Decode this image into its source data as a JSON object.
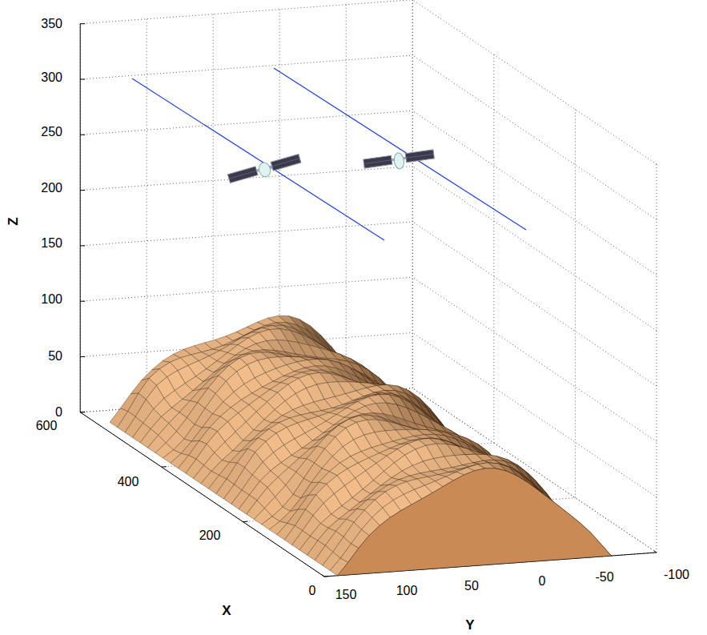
{
  "diagram": {
    "labels": [
      "350",
      "300",
      "250",
      "200",
      "150",
      "100",
      "50",
      "0",
      "Z",
      "600",
      "400",
      "200",
      "0",
      "X",
      "150",
      "100",
      "50",
      "0",
      "-50",
      "-100",
      "Y"
    ]
  }
}
